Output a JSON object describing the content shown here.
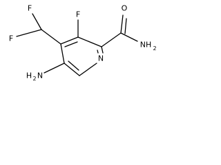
{
  "structure": {
    "atoms": {
      "f_top": "F",
      "f_left_upper": "F",
      "f_left_lower": "F",
      "o_carbonyl": "O",
      "n_ring": "N",
      "nh2_amide_n": "NH",
      "nh2_amide_sub": "2",
      "h2n_amine_h": "H",
      "h2n_amine_sub": "2",
      "h2n_amine_n": "N"
    }
  },
  "colors": {
    "bond": "#000000",
    "text": "#000000",
    "background": "#ffffff"
  }
}
